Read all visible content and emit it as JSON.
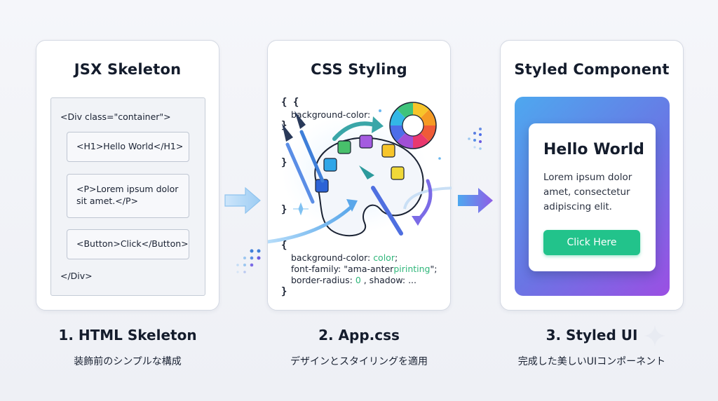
{
  "jsx": {
    "title": "JSX Skeleton",
    "div_open": "<Div class=\"container\">",
    "h1": "<H1>Hello World</H1>",
    "p_line1": "<P>Lorem ipsum dolor",
    "p_line2": "sit amet.</P>",
    "button": "<Button>Click</Button>",
    "div_close": "</Div>"
  },
  "css": {
    "title": "CSS Styling",
    "brace_open": "{ {",
    "line_bg1": "background-color:",
    "brace_close": "}",
    "brace_open2": "{",
    "line_bg2_prop": "background-color: ",
    "line_bg2_val": "color",
    "line_bg2_end": ";",
    "line_font_prop": "font-family: \"ama-anter",
    "line_font_val": "pirinting",
    "line_font_end": "\";",
    "line_border_prop": "border-radius: ",
    "line_border_val": "0",
    "line_border_end": " , shadow: ..."
  },
  "styled": {
    "title": "Styled Component",
    "heading": "Hello World",
    "body": "Lorem ipsum dolor amet, consectetur adipiscing elit.",
    "button": "Click Here"
  },
  "steps": [
    {
      "label": "1. HTML Skeleton",
      "sub": "装飾前のシンプルな構成"
    },
    {
      "label": "2. App.css",
      "sub": "デザインとスタイリングを適用"
    },
    {
      "label": "3. Styled UI",
      "sub": "完成した美しいUIコンポーネント"
    }
  ],
  "colors": {
    "accent_green": "#22c38b",
    "gradient_start": "#4ea8ef",
    "gradient_end": "#9b4fe3"
  }
}
